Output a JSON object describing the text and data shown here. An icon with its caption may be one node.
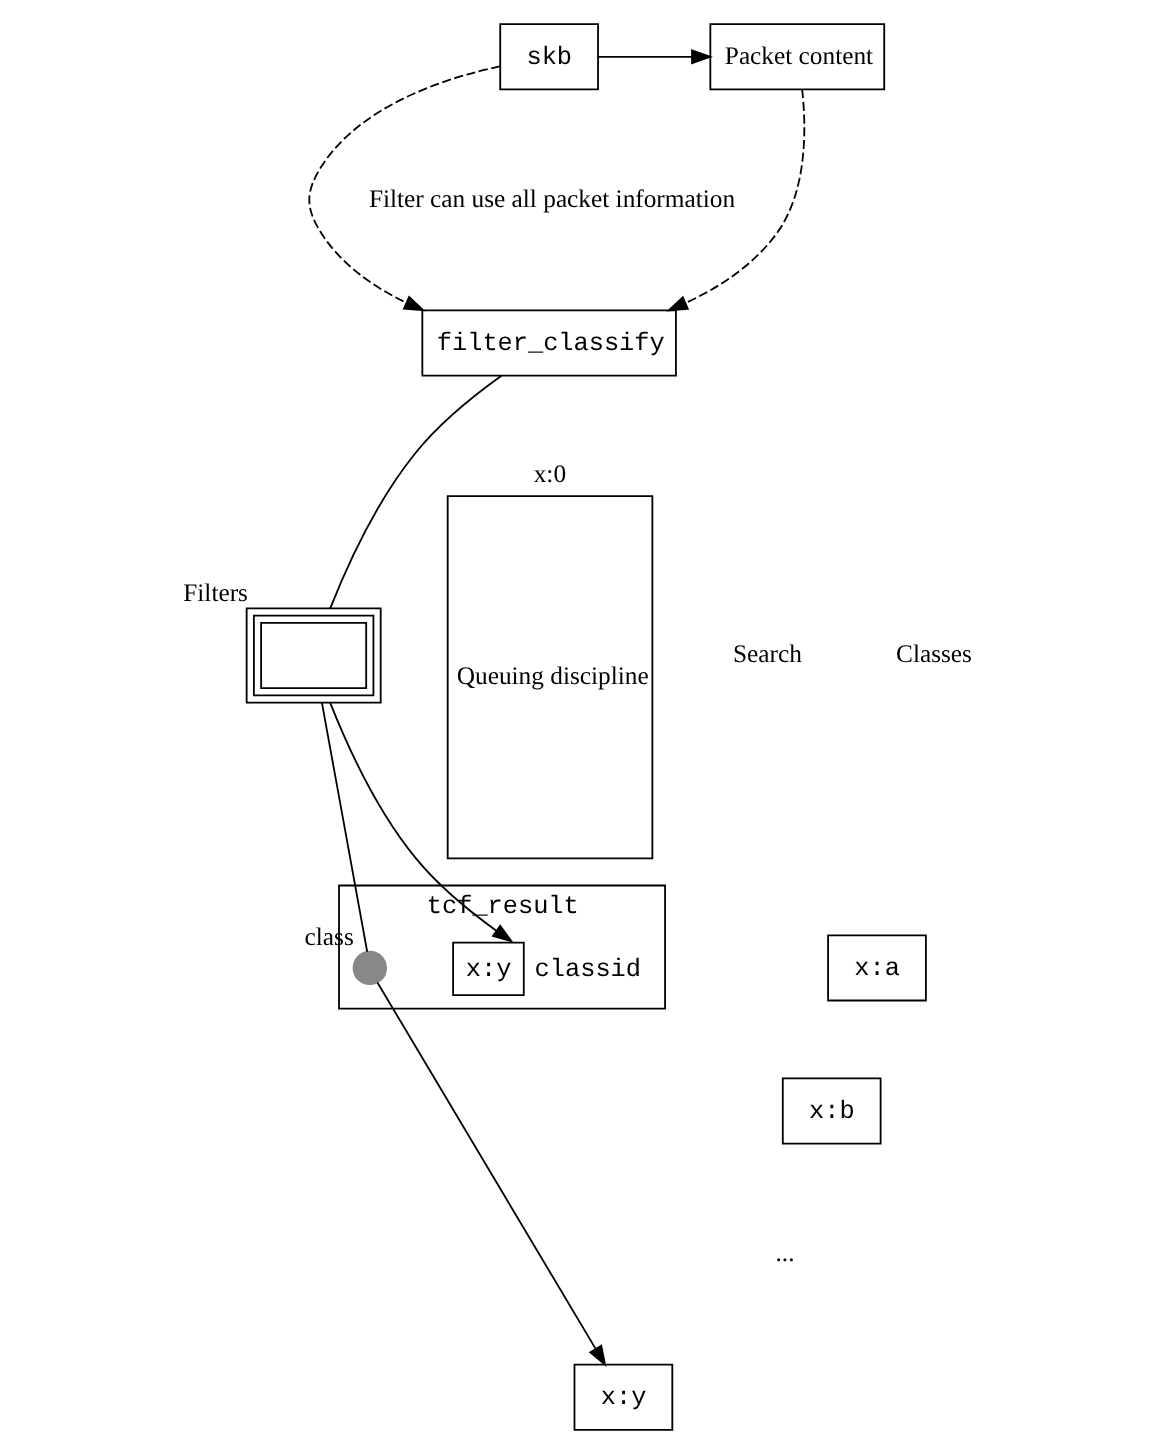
{
  "diagram": {
    "nodes": [
      {
        "text": [
          "skb"
        ]
      },
      {
        "text": [
          "Packet content"
        ]
      },
      {
        "text": [
          "filter_classify"
        ]
      },
      {
        "text": [],
        "shape": "box",
        "beside": [
          "Filters"
        ]
      },
      {
        "text": [
          "tcf_result"
        ]
      },
      {
        "text": [
          "x:y"
        ],
        "in": 4,
        "beside": [
          "classid"
        ]
      },
      {
        "text": [],
        "shape": "circle",
        "in": 4,
        "beside": [
          "class"
        ]
      },
      {
        "text": [
          "Queuing discipline"
        ],
        "beside": [
          "x:0"
        ]
      },
      {
        "text": [
          "x:a"
        ]
      },
      {
        "text": [
          "x:b"
        ]
      },
      {
        "text": [
          "x:y"
        ]
      }
    ],
    "edges": [
      {
        "from": 0,
        "to": 1,
        "arrow": "to"
      },
      {
        "from": 0,
        "to": 2,
        "arrow": "to",
        "style": "dashed"
      },
      {
        "from": 1,
        "to": 2,
        "arrow": "to",
        "style": "dashed"
      },
      {
        "from": 2,
        "to": 3,
        "arrow": "none"
      },
      {
        "from": 3,
        "to": 5,
        "arrow": "to"
      },
      {
        "from": 3,
        "to": 6,
        "arrow": "none"
      },
      {
        "from": 6,
        "to": 10,
        "arrow": "to"
      }
    ],
    "labels": [
      "Filter can use all packet information",
      "Search",
      "Classes",
      "..."
    ]
  }
}
